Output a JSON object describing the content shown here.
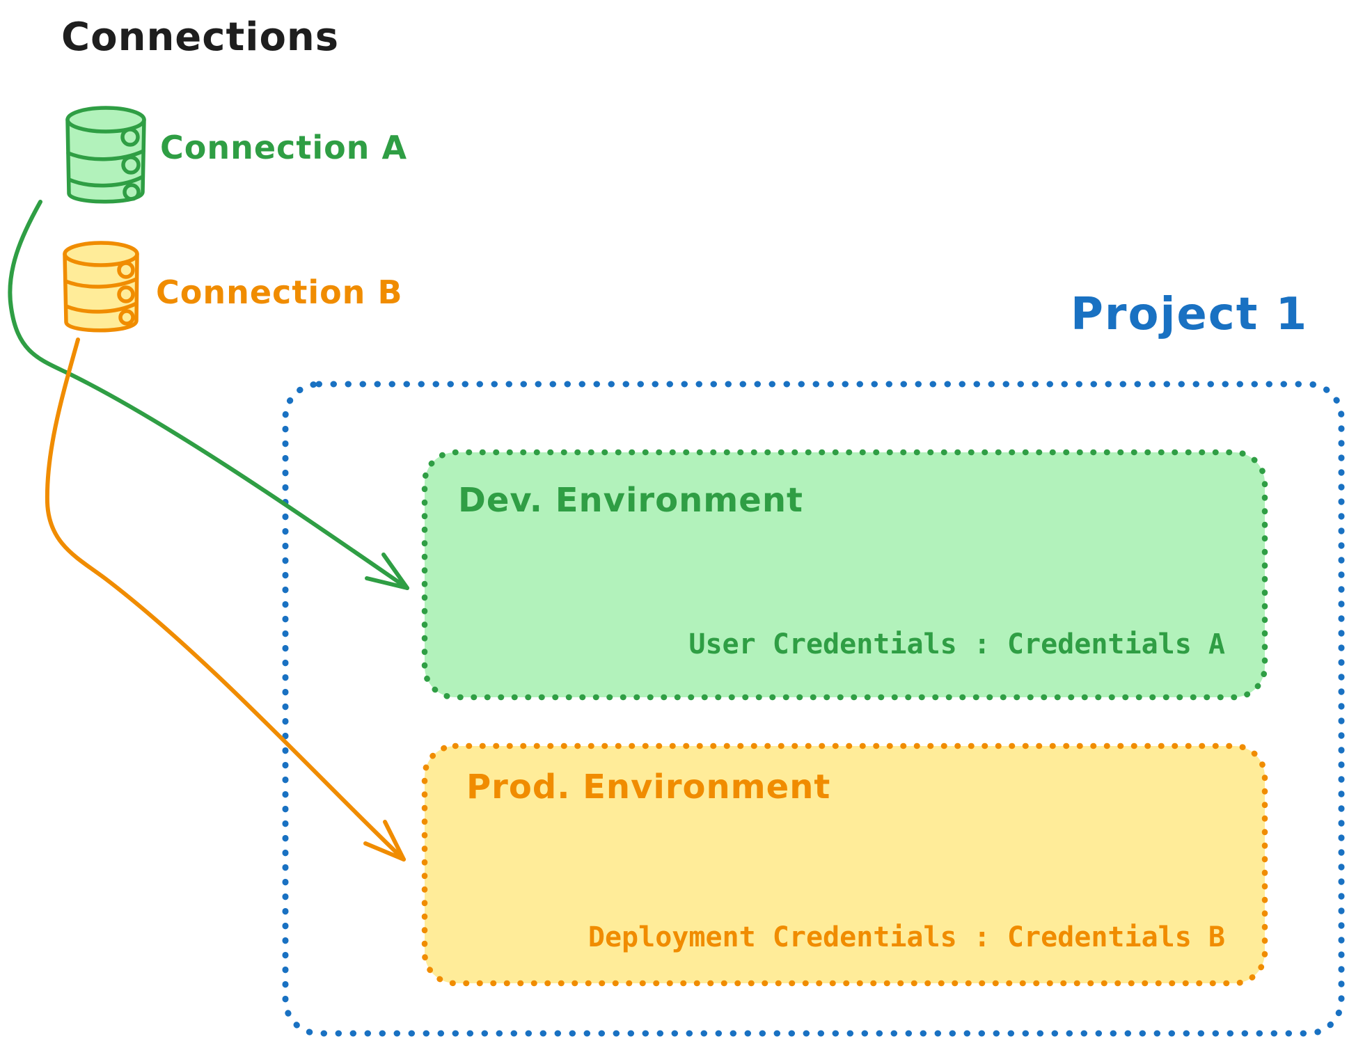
{
  "title": "Connections",
  "colors": {
    "text_black": "#1e1e1e",
    "green_stroke": "#2f9e44",
    "green_fill": "#b2f2bb",
    "orange_stroke": "#f08c00",
    "orange_fill": "#ffec99",
    "blue_stroke": "#1971c2",
    "background": "#ffffff"
  },
  "connections": {
    "a": {
      "label": "Connection A",
      "icon": "database-icon",
      "color": "#2f9e44"
    },
    "b": {
      "label": "Connection B",
      "icon": "database-icon",
      "color": "#f08c00"
    }
  },
  "project": {
    "label": "Project 1",
    "environments": {
      "dev": {
        "title": "Dev. Environment",
        "credentials": "User Credentials : Credentials A"
      },
      "prod": {
        "title": "Prod. Environment",
        "credentials": "Deployment Credentials : Credentials B"
      }
    }
  }
}
